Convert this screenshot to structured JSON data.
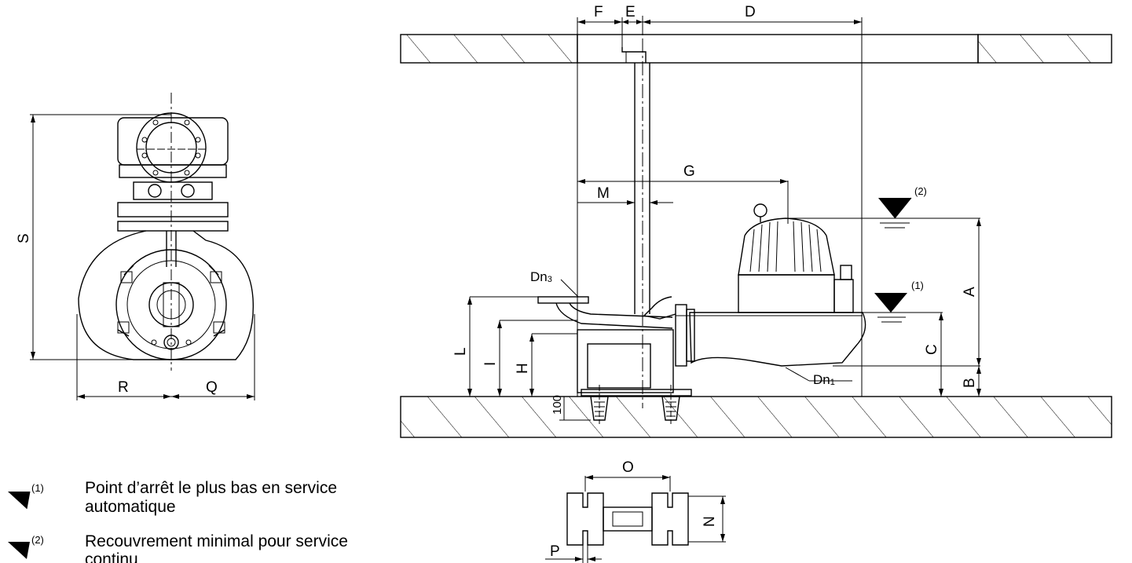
{
  "dimensions": {
    "F": "F",
    "E": "E",
    "D": "D",
    "G": "G",
    "M": "M",
    "A": "A",
    "B": "B",
    "C": "C",
    "H": "H",
    "I": "I",
    "L": "L",
    "S": "S",
    "R": "R",
    "Q": "Q",
    "O": "O",
    "N": "N",
    "P": "P",
    "height_100": "100",
    "Dn3": "Dn3",
    "Dn1": "Dn1"
  },
  "legend": [
    {
      "marker": "(1)",
      "line1": "Point d’arrêt le plus bas en service",
      "line2": "automatique"
    },
    {
      "marker": "(2)",
      "line1": "Recouvrement minimal pour service",
      "line2": "continu"
    }
  ],
  "level_markers": {
    "one": "(1)",
    "two": "(2)"
  }
}
